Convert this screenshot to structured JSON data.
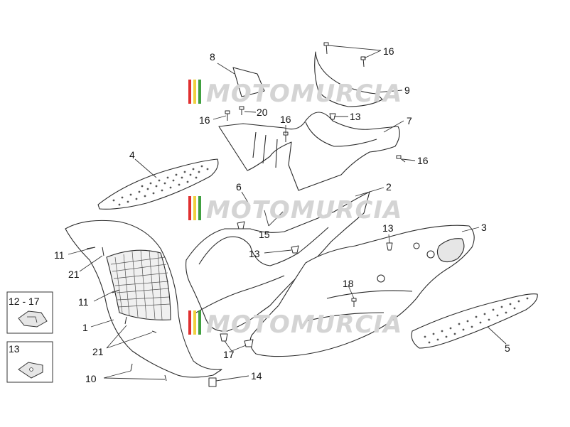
{
  "watermark": {
    "text": "MOTOMURCIA"
  },
  "callouts": {
    "c1": "1",
    "c2": "2",
    "c3": "3",
    "c4": "4",
    "c5": "5",
    "c6": "6",
    "c7": "7",
    "c8": "8",
    "c9": "9",
    "c10": "10",
    "c11a": "11",
    "c11b": "11",
    "c13a": "13",
    "c13b": "13",
    "c13c": "13",
    "c14": "14",
    "c15": "15",
    "c16a": "16",
    "c16b": "16",
    "c16c": "16",
    "c16d": "16",
    "c17": "17",
    "c18": "18",
    "c20": "20",
    "c21a": "21",
    "c21b": "21"
  },
  "legend_boxes": [
    {
      "label": "12 - 17"
    },
    {
      "label": "13"
    }
  ],
  "colors": {
    "line": "#2a2a2a",
    "part_fill": "#ffffff",
    "shade": "#e6e6e6",
    "watermark": "#d4d4d4",
    "stripe_red": "#e03030",
    "stripe_yellow": "#f0d040",
    "stripe_green": "#40a040"
  }
}
